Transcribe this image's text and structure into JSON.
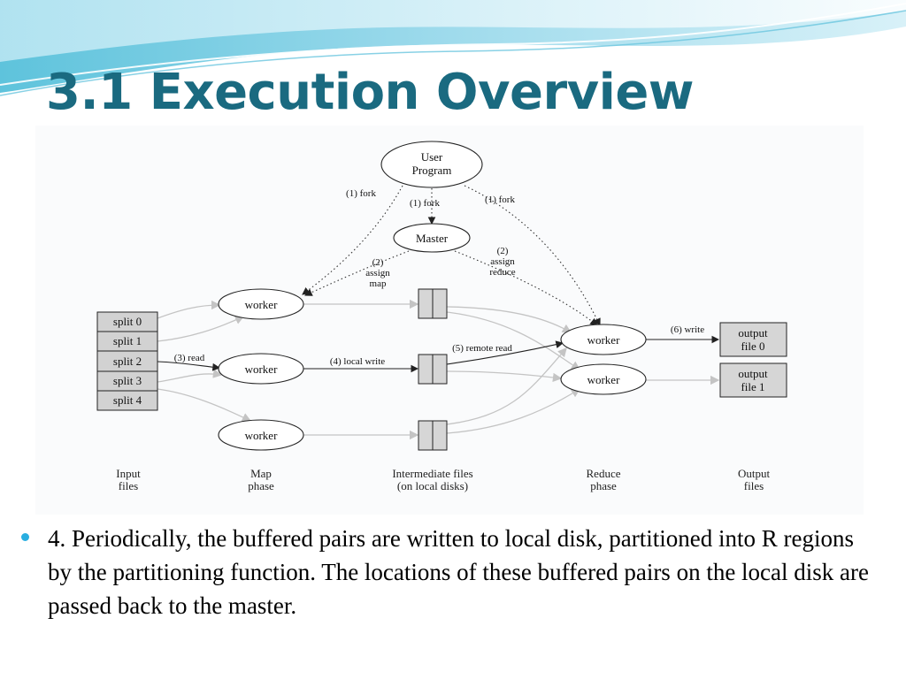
{
  "slide": {
    "title": "3.1 Execution Overview",
    "bullet": "4. Periodically, the buffered pairs are written to local disk, partitioned into R regions by the partitioning function. The locations of these buffered pairs on the local disk are passed back to the master."
  },
  "diagram": {
    "user_program": [
      "User",
      "Program"
    ],
    "master": "Master",
    "worker": "worker",
    "splits": [
      "split 0",
      "split 1",
      "split 2",
      "split 3",
      "split 4"
    ],
    "outputs": [
      [
        "output",
        "file 0"
      ],
      [
        "output",
        "file 1"
      ]
    ],
    "edge_labels": {
      "fork": "(1) fork",
      "assign_map": [
        "(2)",
        "assign",
        "map"
      ],
      "assign_reduce": [
        "(2)",
        "assign",
        "reduce"
      ],
      "read": "(3) read",
      "local_write": "(4) local write",
      "remote_read": "(5) remote read",
      "write": "(6) write"
    },
    "column_labels": [
      [
        "Input",
        "files"
      ],
      [
        "Map",
        "phase"
      ],
      [
        "Intermediate files",
        "(on local disks)"
      ],
      [
        "Reduce",
        "phase"
      ],
      [
        "Output",
        "files"
      ]
    ]
  }
}
